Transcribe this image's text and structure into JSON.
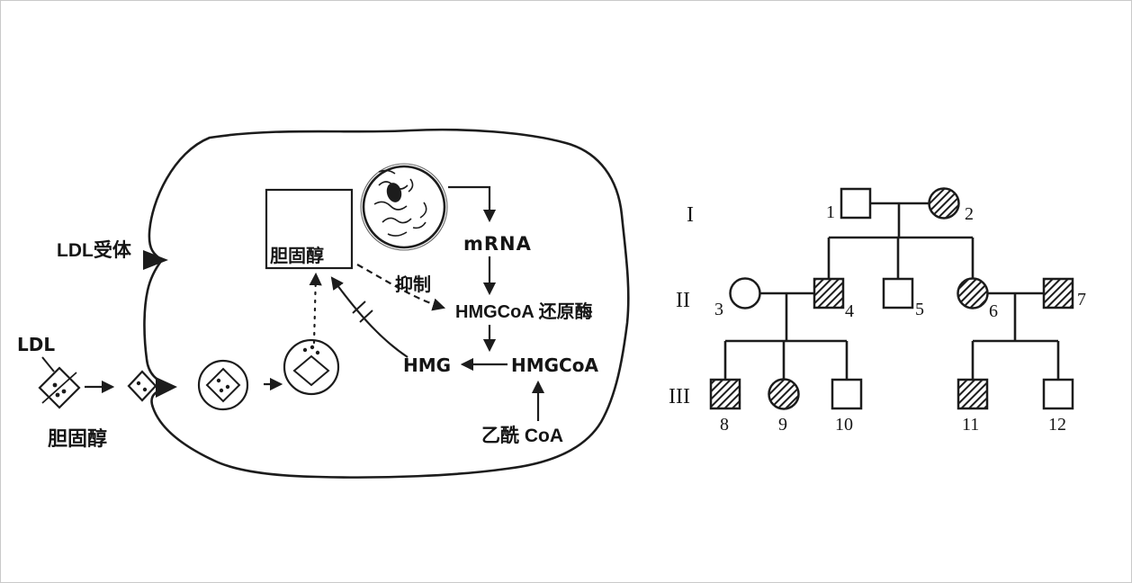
{
  "figure": {
    "background": "#ffffff",
    "ink": "#1c1c1c"
  },
  "pathway": {
    "ldl_receptor_label": "LDL受体",
    "ldl_label": "LDL",
    "cholesterol_label_outer": "胆固醇",
    "cholesterol_box_label": "胆固醇",
    "inhibit_label": "抑制",
    "mrna_label": "mRNA",
    "reductase_label": "HMGCoA 还原酶",
    "hmg_label": "HMG",
    "hmgcoa_label": "HMGCoA",
    "acetyl_coa_label": "乙酰 CoA"
  },
  "pedigree": {
    "generation_labels": [
      "I",
      "II",
      "III"
    ],
    "individuals": [
      {
        "num": "1",
        "generation": "I",
        "sex": "male",
        "affected": false
      },
      {
        "num": "2",
        "generation": "I",
        "sex": "female",
        "affected": true
      },
      {
        "num": "3",
        "generation": "II",
        "sex": "female",
        "affected": false
      },
      {
        "num": "4",
        "generation": "II",
        "sex": "male",
        "affected": true
      },
      {
        "num": "5",
        "generation": "II",
        "sex": "male",
        "affected": false
      },
      {
        "num": "6",
        "generation": "II",
        "sex": "female",
        "affected": true
      },
      {
        "num": "7",
        "generation": "II",
        "sex": "male",
        "affected": true
      },
      {
        "num": "8",
        "generation": "III",
        "sex": "male",
        "affected": true
      },
      {
        "num": "9",
        "generation": "III",
        "sex": "female",
        "affected": true
      },
      {
        "num": "10",
        "generation": "III",
        "sex": "male",
        "affected": false
      },
      {
        "num": "11",
        "generation": "III",
        "sex": "male",
        "affected": true
      },
      {
        "num": "12",
        "generation": "III",
        "sex": "male",
        "affected": false
      }
    ]
  }
}
